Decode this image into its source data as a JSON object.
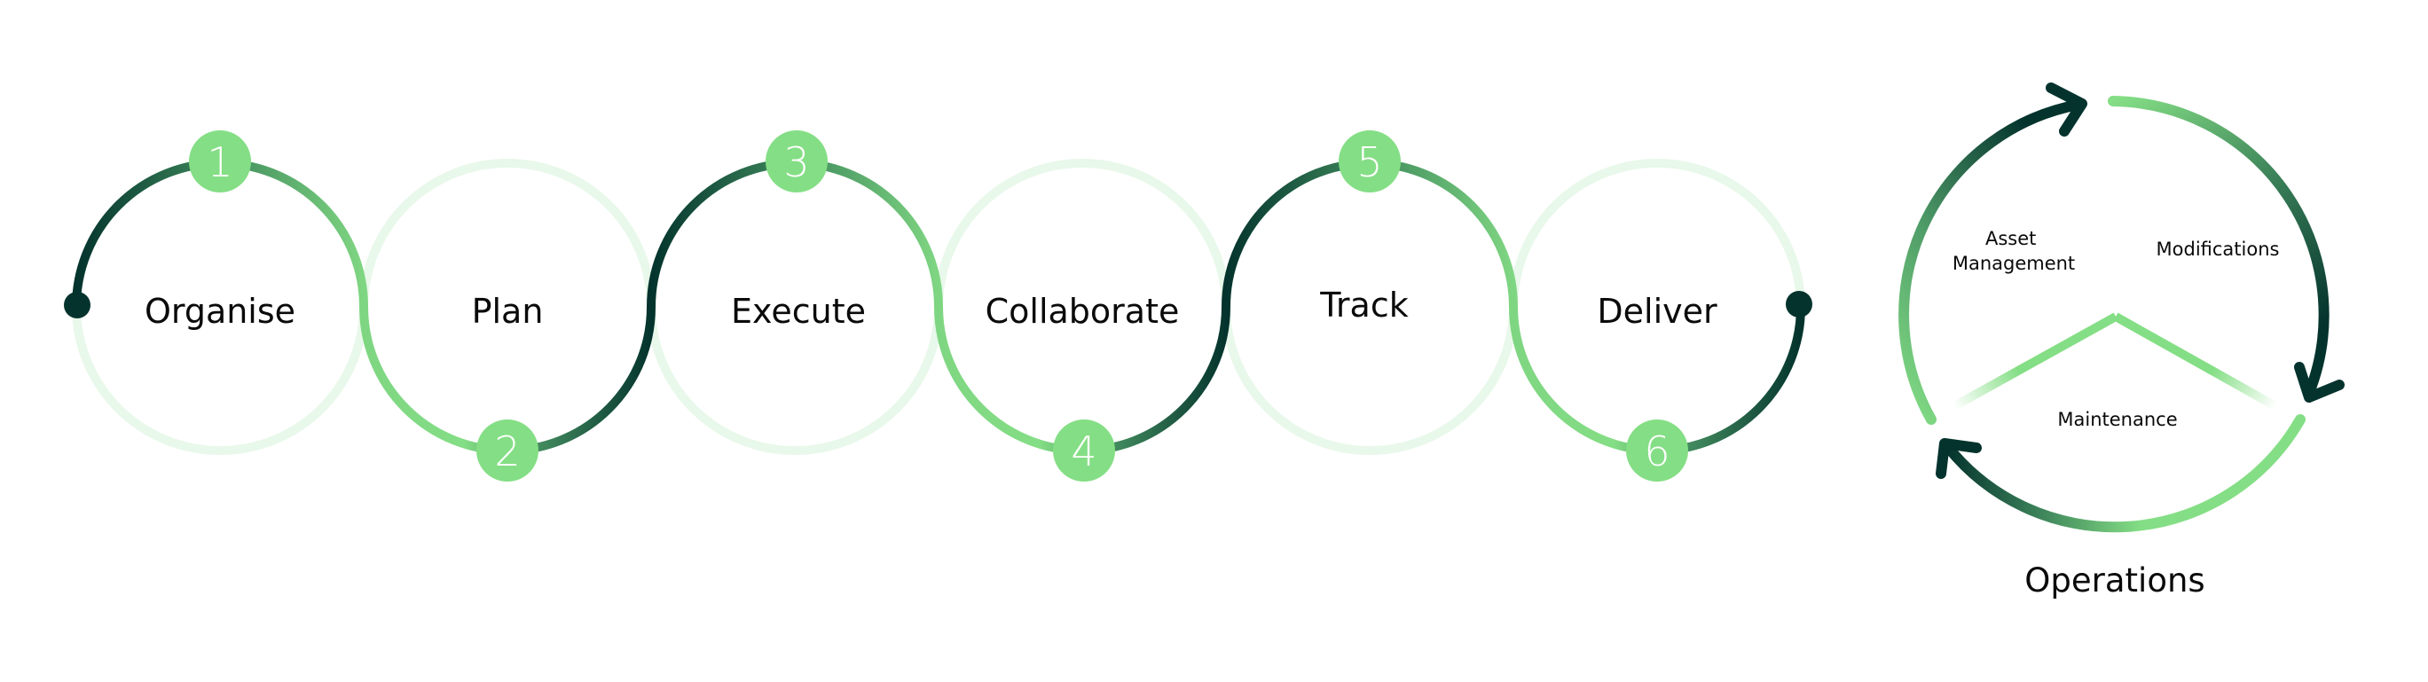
{
  "colors": {
    "dark": "#04332D",
    "mid": "#2F7351",
    "accent": "#84DE85",
    "faint": "#E8F8EA",
    "text": "#0A0A0A",
    "badge_text": "#FFFFFF"
  },
  "process": {
    "steps": [
      {
        "number": "1",
        "label": "Organise",
        "badge_position": "top"
      },
      {
        "number": "2",
        "label": "Plan",
        "badge_position": "bottom"
      },
      {
        "number": "3",
        "label": "Execute",
        "badge_position": "top"
      },
      {
        "number": "4",
        "label": "Collaborate",
        "badge_position": "bottom"
      },
      {
        "number": "5",
        "label": "Track",
        "badge_position": "top"
      },
      {
        "number": "6",
        "label": "Deliver",
        "badge_position": "bottom"
      }
    ]
  },
  "operations": {
    "title": "Operations",
    "segments": [
      {
        "label_lines": [
          "Asset",
          "Management"
        ]
      },
      {
        "label_lines": [
          "Modifications"
        ]
      },
      {
        "label_lines": [
          "Maintenance"
        ]
      }
    ]
  }
}
